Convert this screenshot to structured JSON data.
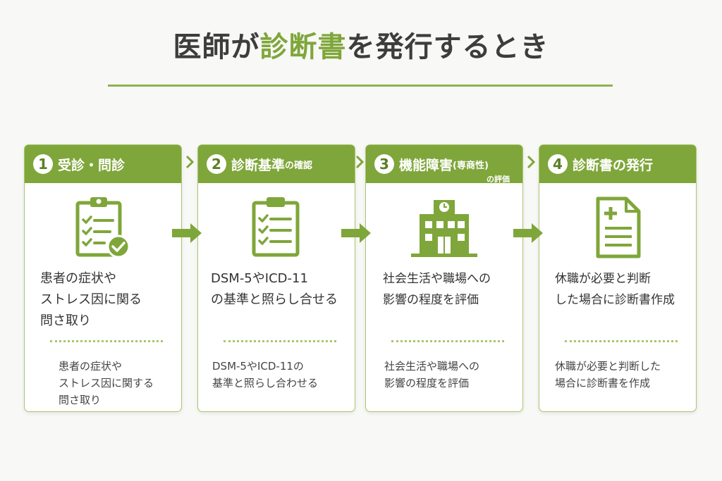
{
  "title": {
    "part1": "医師が",
    "accent": "診断書",
    "part2": "を発行するとき"
  },
  "colors": {
    "accent": "#7fa63a",
    "card_border": "#a9c66f",
    "text": "#3c3c3c"
  },
  "steps": [
    {
      "number": "1",
      "label": "受診・問診",
      "label_small": "",
      "label_sub": "",
      "icon": "clipboard-check-icon",
      "main": "患者の症状や\nストレス因に関る\n問さ取り",
      "sub": "患者の症状や\nストレス因に関する\n問さ取り"
    },
    {
      "number": "2",
      "label": "診断基準",
      "label_small": "の確認",
      "label_sub": "",
      "icon": "checklist-icon",
      "main": "DSM-5やICD-11\nの基準と照らし合せる",
      "sub": "DSM-5やICD-11の\n基準と照らし合わせる"
    },
    {
      "number": "3",
      "label": "機能障害",
      "label_small": "(専商性)",
      "label_sub": "の評価",
      "icon": "office-building-icon",
      "main": "社会生活や職場への\n影響の程度を評価",
      "sub": "社会生活や職場への\n影響の程度を評価"
    },
    {
      "number": "4",
      "label": "診断書の発行",
      "label_small": "",
      "label_sub": "",
      "icon": "document-plus-icon",
      "main": "休職が必要と判断\nした場合に診断書作成",
      "sub": "休職が必要と判断した\n場合に診断書を作成"
    }
  ]
}
